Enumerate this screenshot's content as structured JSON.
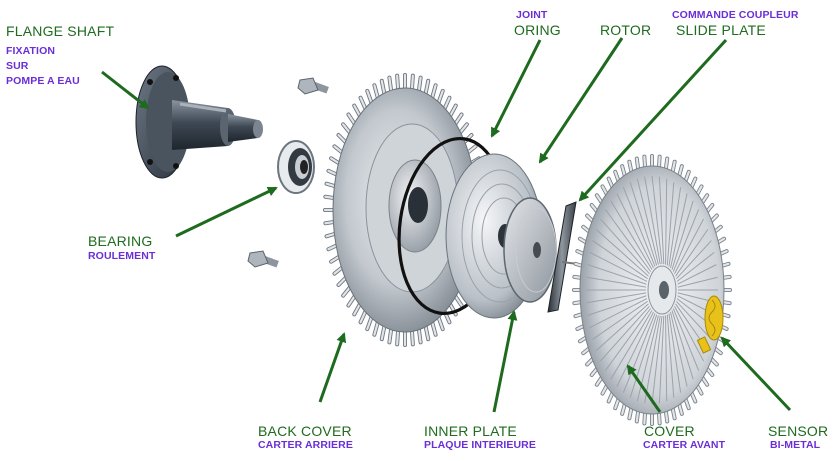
{
  "colors": {
    "english_label": "#1f6b1f",
    "french_label": "#6a2fd6",
    "arrow": "#1e6a1e",
    "metal_light": "#d9dde2",
    "metal_mid": "#a9b0b8",
    "metal_dark": "#5f6770",
    "ring": "#111111",
    "sensor": "#e8c21a"
  },
  "labels": {
    "flange_shaft": {
      "en": "FLANGE SHAFT",
      "fr_lines": [
        "FIXATION",
        "SUR",
        "POMPE A EAU"
      ]
    },
    "bearing": {
      "en": "BEARING",
      "fr": "ROULEMENT"
    },
    "back_cover": {
      "en": "BACK COVER",
      "fr": "CARTER ARRIERE"
    },
    "joint_oring": {
      "fr": "JOINT",
      "en": "ORING"
    },
    "rotor": {
      "en": "ROTOR"
    },
    "slide_plate": {
      "fr": "COMMANDE COUPLEUR",
      "en": "SLIDE PLATE"
    },
    "inner_plate": {
      "en": "INNER PLATE",
      "fr": "PLAQUE INTERIEURE"
    },
    "cover": {
      "en": "COVER",
      "fr": "CARTER AVANT"
    },
    "sensor": {
      "en": "SENSOR",
      "fr": "BI-METAL"
    }
  },
  "parts": [
    {
      "name": "flange-shaft",
      "icon": "flange-shaft-icon"
    },
    {
      "name": "bolt",
      "icon": "bolt-icon"
    },
    {
      "name": "bearing",
      "icon": "bearing-ring-icon"
    },
    {
      "name": "back-cover",
      "icon": "finned-housing-icon"
    },
    {
      "name": "oring",
      "icon": "o-ring-icon"
    },
    {
      "name": "rotor",
      "icon": "rotor-disc-icon"
    },
    {
      "name": "inner-plate",
      "icon": "plate-disc-icon"
    },
    {
      "name": "slide-plate",
      "icon": "slide-bar-icon"
    },
    {
      "name": "cover",
      "icon": "finned-cover-icon"
    },
    {
      "name": "sensor",
      "icon": "bimetal-coil-icon"
    }
  ]
}
